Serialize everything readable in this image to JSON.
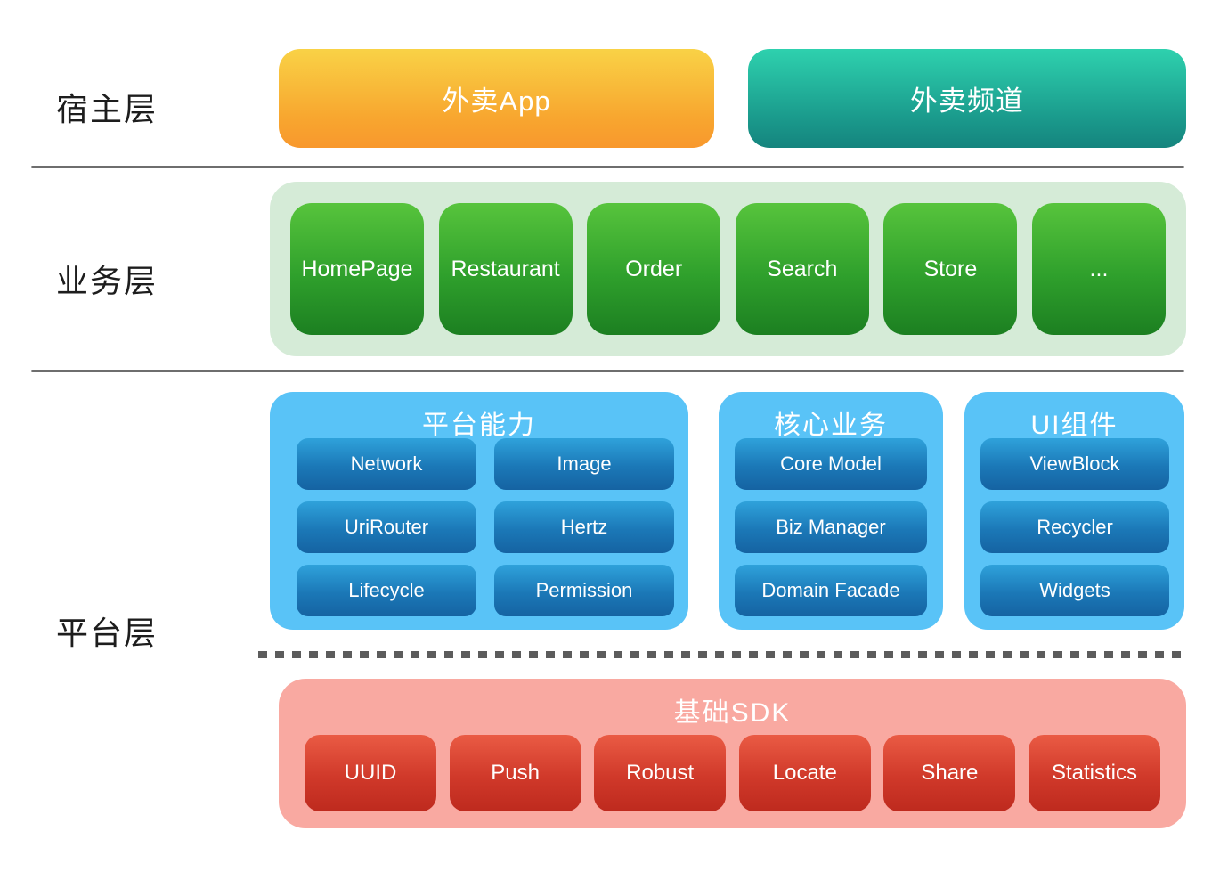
{
  "layers": {
    "host": {
      "label": "宿主层",
      "nodes": [
        {
          "label": "外卖App"
        },
        {
          "label": "外卖频道"
        }
      ]
    },
    "business": {
      "label": "业务层",
      "modules": [
        "HomePage",
        "Restaurant",
        "Order",
        "Search",
        "Store",
        "..."
      ]
    },
    "platform": {
      "label": "平台层",
      "groups": [
        {
          "title": "平台能力",
          "items": [
            "Network",
            "Image",
            "UriRouter",
            "Hertz",
            "Lifecycle",
            "Permission"
          ]
        },
        {
          "title": "核心业务",
          "items": [
            "Core Model",
            "Biz Manager",
            "Domain Facade"
          ]
        },
        {
          "title": "UI组件",
          "items": [
            "ViewBlock",
            "Recycler",
            "Widgets"
          ]
        }
      ],
      "sdk": {
        "title": "基础SDK",
        "items": [
          "UUID",
          "Push",
          "Robust",
          "Locate",
          "Share",
          "Statistics"
        ]
      }
    }
  },
  "colors": {
    "host_app_gradient_top": "#F9D246",
    "host_app_gradient_bottom": "#F8982D",
    "host_channel_gradient_top": "#2ED1AE",
    "host_channel_gradient_bottom": "#15847E",
    "business_container": "#D5EBD7",
    "business_tile_top": "#57C43C",
    "business_tile_bottom": "#1C7F21",
    "platform_container": "#59C3F7",
    "platform_tile_top": "#2FA2DB",
    "platform_tile_bottom": "#1563A2",
    "sdk_container": "#F9A9A1",
    "sdk_tile_top": "#EA5B44",
    "sdk_tile_bottom": "#BE2A1E",
    "separator": "#6e6e6e"
  }
}
